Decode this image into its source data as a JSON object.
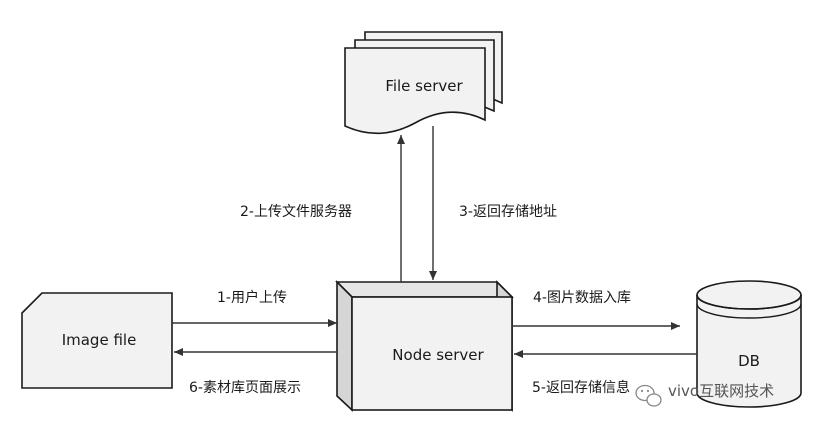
{
  "colors": {
    "shape_fill": "#f2f2f2",
    "shape_stroke": "#1a1a1a",
    "node_top": "#e6e6e6",
    "node_side": "#d6d6d6",
    "arrow": "#333333"
  },
  "nodes": {
    "file_server": "File server",
    "node_server": "Node server",
    "image_file": "Image file",
    "db": "DB"
  },
  "edges": {
    "e1": "1-用户上传",
    "e2": "2-上传文件服务器",
    "e3": "3-返回存储地址",
    "e4": "4-图片数据入库",
    "e5": "5-返回存储信息",
    "e6": "6-素材库页面展示"
  },
  "watermark": {
    "text": "vivo互联网技术",
    "icon": "wechat-icon"
  }
}
